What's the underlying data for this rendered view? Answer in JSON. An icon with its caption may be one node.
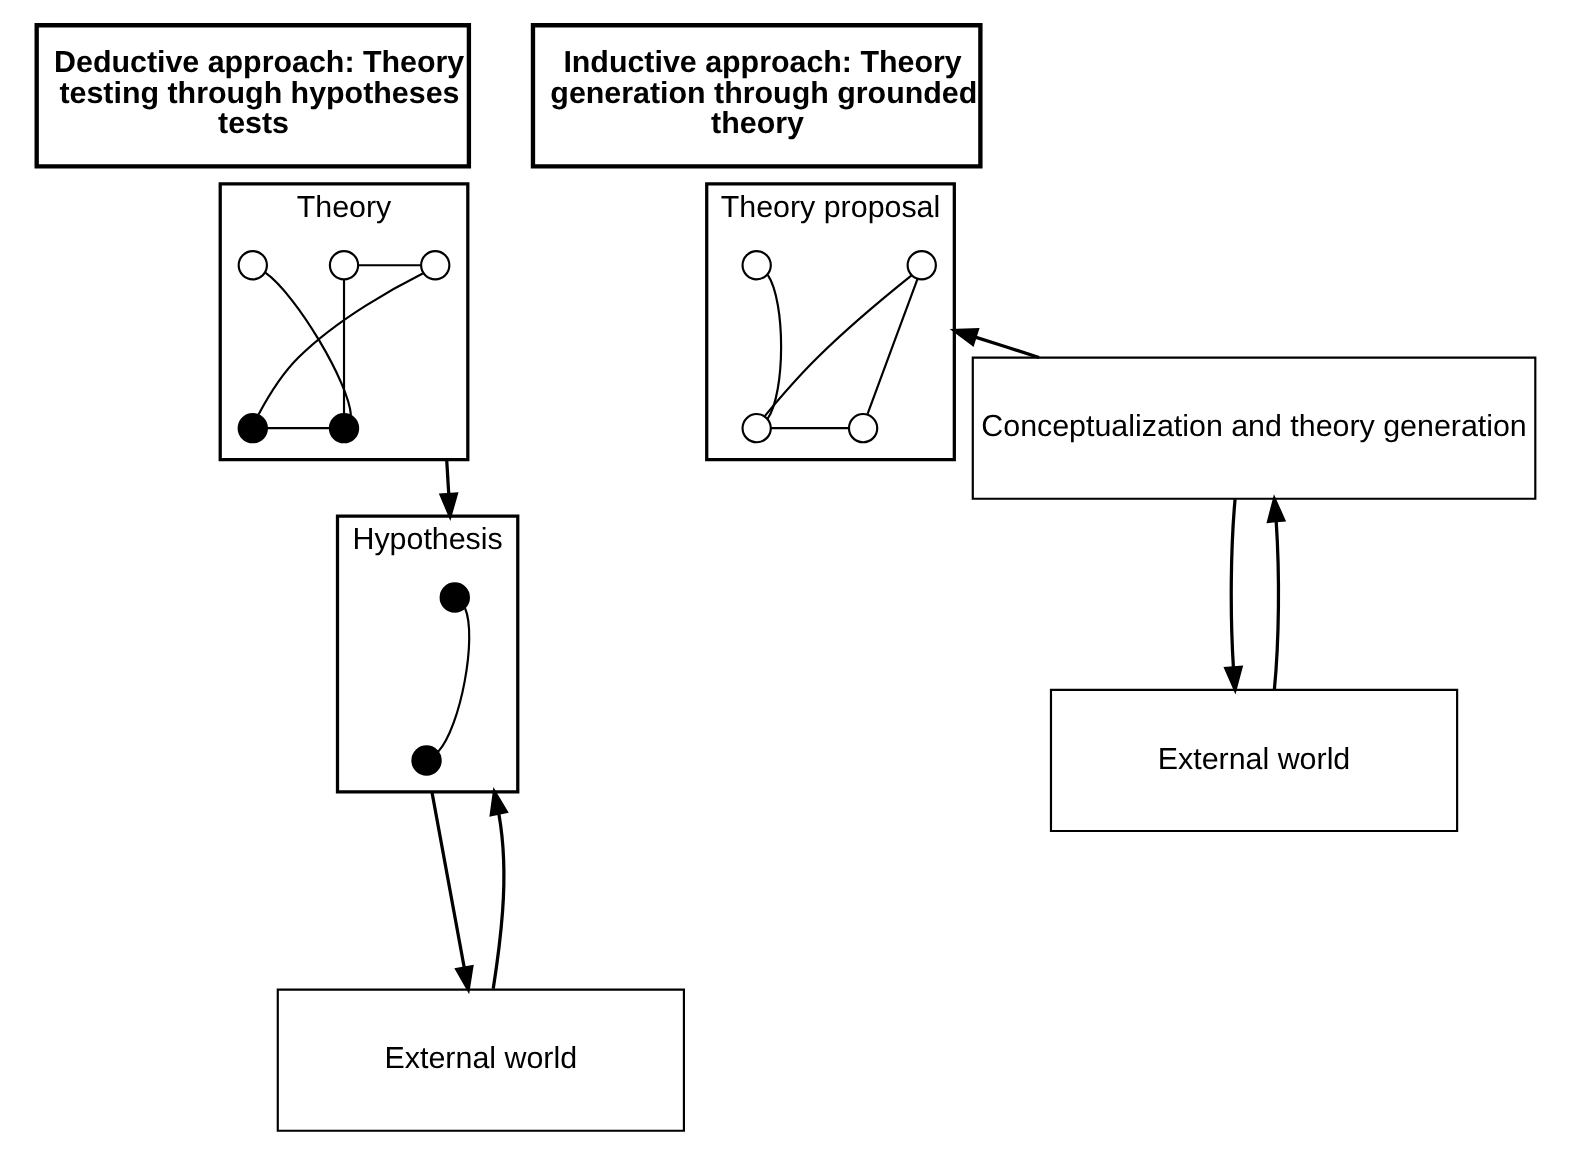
{
  "diagram": {
    "nodes": [
      {
        "text": [
          "Deductive approach: Theory testing through hypotheses tests"
        ]
      },
      {
        "text": [
          "Theory"
        ]
      },
      {
        "text": [],
        "shape": "circle",
        "in": 1
      },
      {
        "text": [],
        "shape": "circle",
        "in": 1
      },
      {
        "text": [],
        "shape": "circle",
        "in": 1
      },
      {
        "text": [],
        "shape": "circle",
        "in": 1
      },
      {
        "text": [],
        "shape": "circle",
        "in": 1
      },
      {
        "text": [
          "Hypothesis"
        ]
      },
      {
        "text": [],
        "shape": "circle",
        "in": 7
      },
      {
        "text": [],
        "shape": "circle",
        "in": 7
      },
      {
        "text": [
          "External world"
        ]
      },
      {
        "text": [
          "Inductive approach: Theory generation through grounded theory"
        ]
      },
      {
        "text": [
          "Theory proposal"
        ]
      },
      {
        "text": [],
        "shape": "circle",
        "in": 12
      },
      {
        "text": [],
        "shape": "circle",
        "in": 12
      },
      {
        "text": [],
        "shape": "circle",
        "in": 12
      },
      {
        "text": [],
        "shape": "circle",
        "in": 12
      },
      {
        "text": [
          "Conceptualization and theory generation"
        ]
      },
      {
        "text": [
          "External world"
        ]
      }
    ],
    "edges": [
      {
        "from": 2,
        "to": 3,
        "arrow": "none"
      },
      {
        "from": 3,
        "to": 4,
        "arrow": "none"
      },
      {
        "from": 4,
        "to": 6,
        "arrow": "none"
      },
      {
        "from": 6,
        "to": 5,
        "arrow": "none"
      },
      {
        "from": 3,
        "to": 5,
        "arrow": "none"
      },
      {
        "from": 8,
        "to": 9,
        "arrow": "none"
      },
      {
        "from": 1,
        "to": 7,
        "arrow": "to"
      },
      {
        "from": 7,
        "to": 10,
        "arrow": "to"
      },
      {
        "from": 10,
        "to": 7,
        "arrow": "to"
      },
      {
        "from": 13,
        "to": 14,
        "arrow": "none"
      },
      {
        "from": 14,
        "to": 15,
        "arrow": "none"
      },
      {
        "from": 15,
        "to": 16,
        "arrow": "none"
      },
      {
        "from": 14,
        "to": 16,
        "arrow": "none"
      },
      {
        "from": 17,
        "to": 12,
        "arrow": "to"
      },
      {
        "from": 17,
        "to": 18,
        "arrow": "to"
      },
      {
        "from": 18,
        "to": 17,
        "arrow": "to"
      }
    ]
  }
}
